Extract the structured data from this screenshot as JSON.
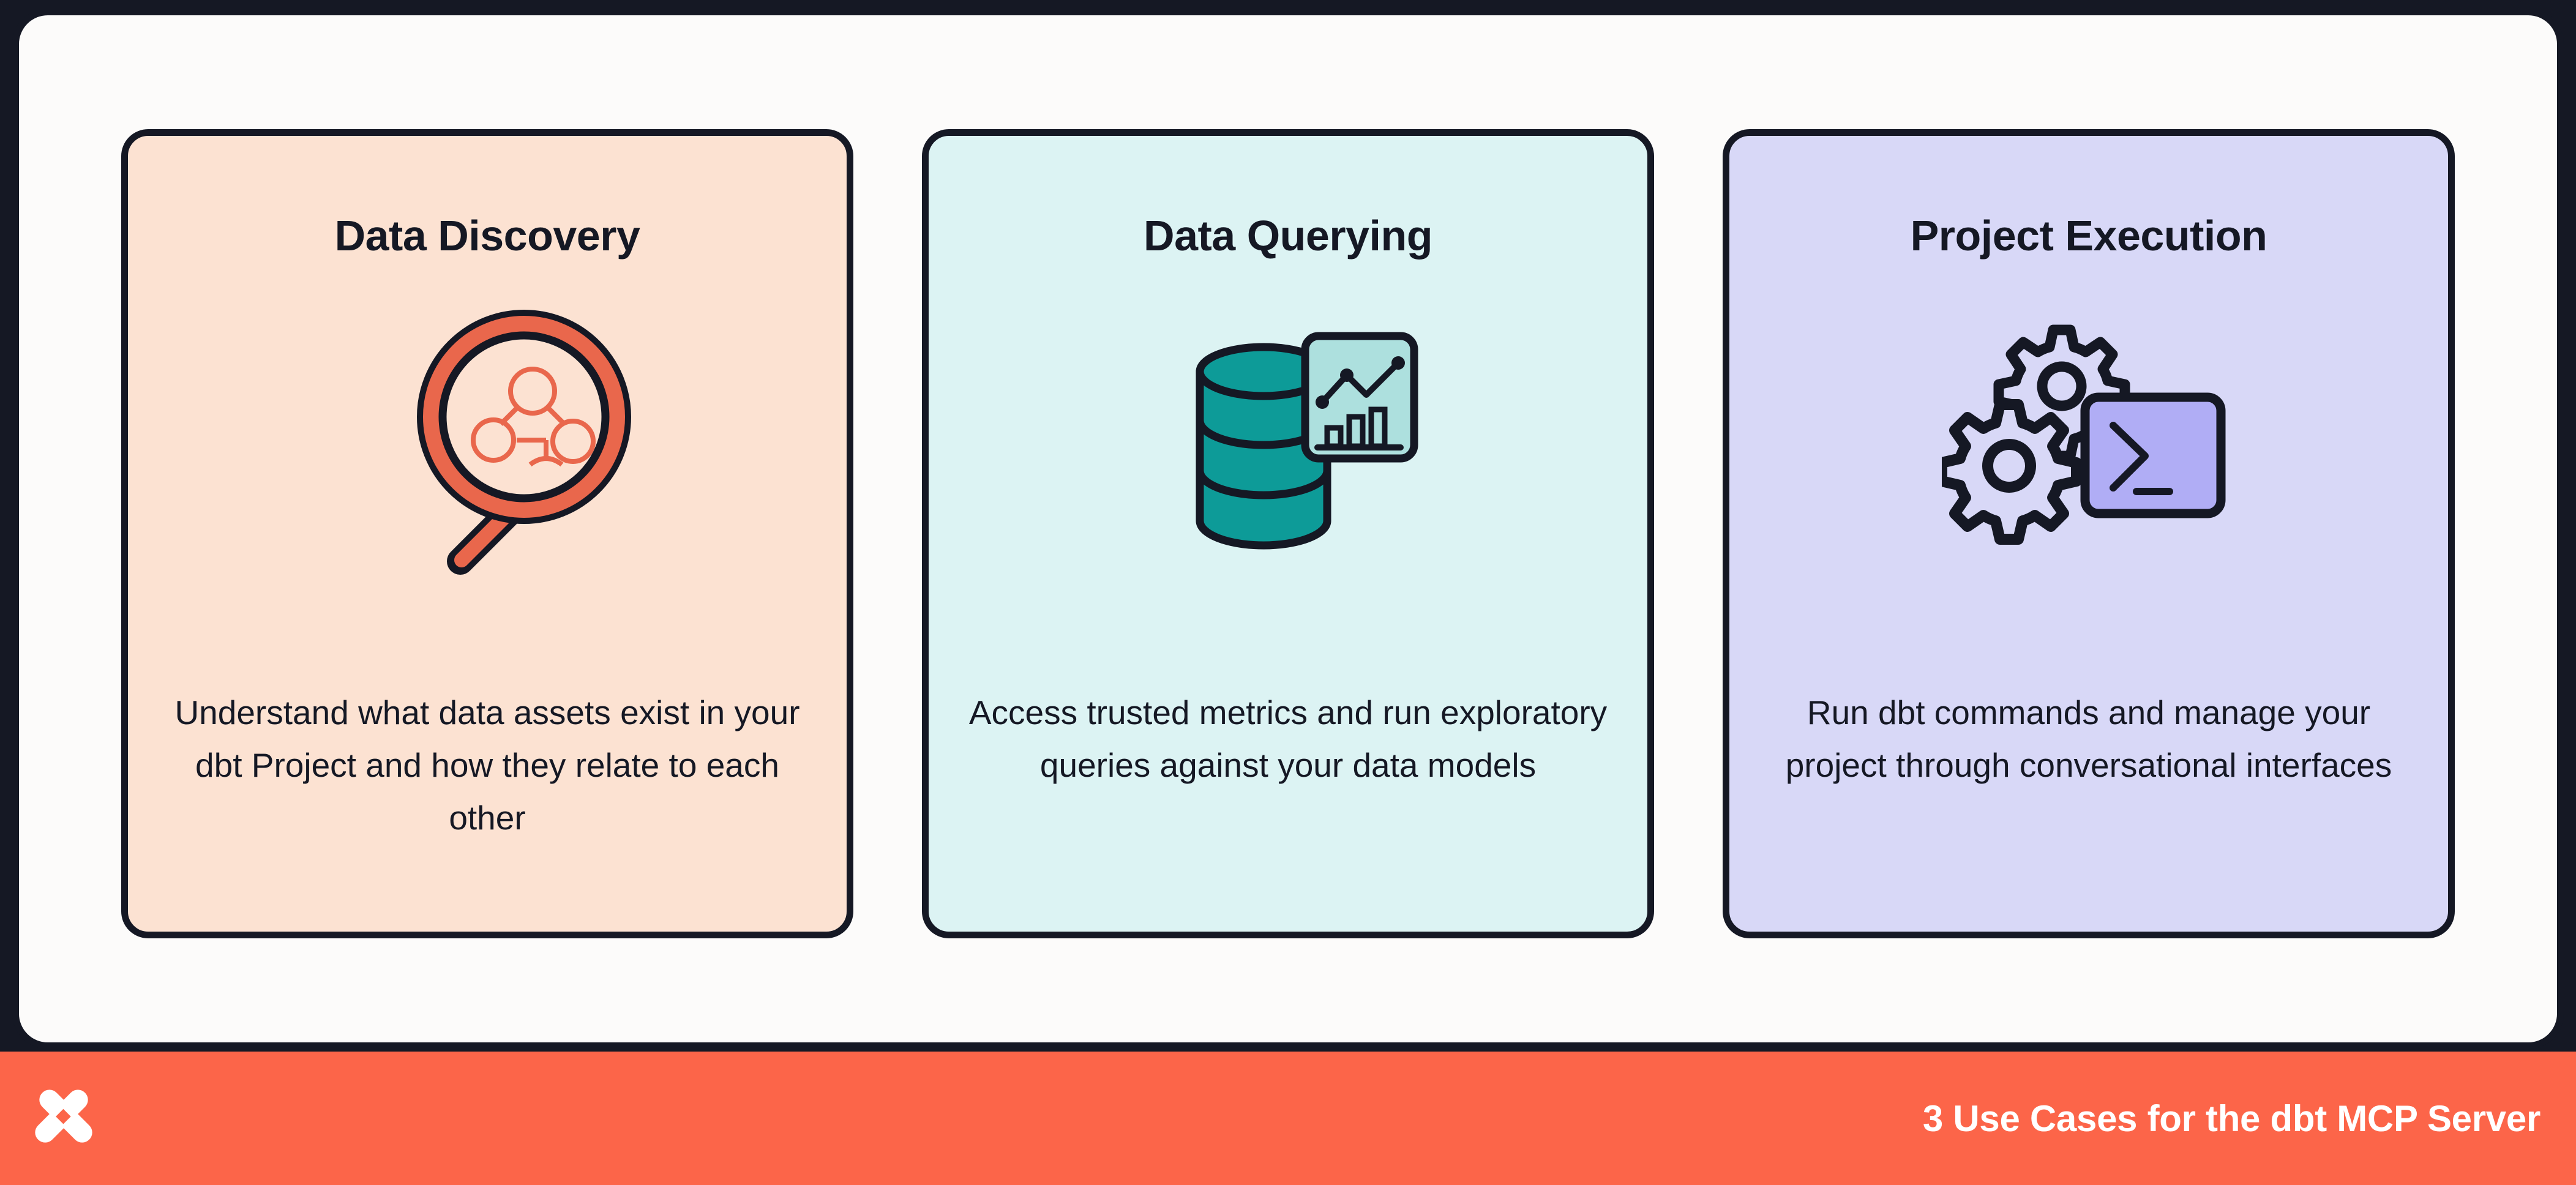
{
  "poster": {
    "footer_caption": "3 Use Cases for the dbt MCP Server",
    "brand_logo_name": "dbt-logo",
    "colors": {
      "frame_dark": "#151824",
      "panel_background": "#FCFBFA",
      "footer_bar": "#FC6549",
      "card_discovery_bg": "#FCE2D2",
      "card_querying_bg": "#DCF3F3",
      "card_execution_bg": "#D8D8F7",
      "accent_orange": "#E9674C",
      "accent_teal": "#0D9B98",
      "accent_teal_light": "#ADE0DE",
      "accent_purple": "#B0ADF5",
      "text_dark": "#151824",
      "text_light": "#FFFFFF"
    }
  },
  "cards": [
    {
      "title": "Data Discovery",
      "description": "Understand what data assets exist in your dbt Project and how they relate to each other",
      "icon_name": "magnifying-glass-lineage-icon",
      "accent": "#E9674C"
    },
    {
      "title": "Data Querying",
      "description": "Access trusted metrics and run exploratory queries against your data models",
      "icon_name": "database-chart-icon",
      "accent": "#0D9B98"
    },
    {
      "title": "Project Execution",
      "description": "Run dbt commands and manage your project through conversational interfaces",
      "icon_name": "gears-terminal-icon",
      "accent": "#B0ADF5"
    }
  ]
}
